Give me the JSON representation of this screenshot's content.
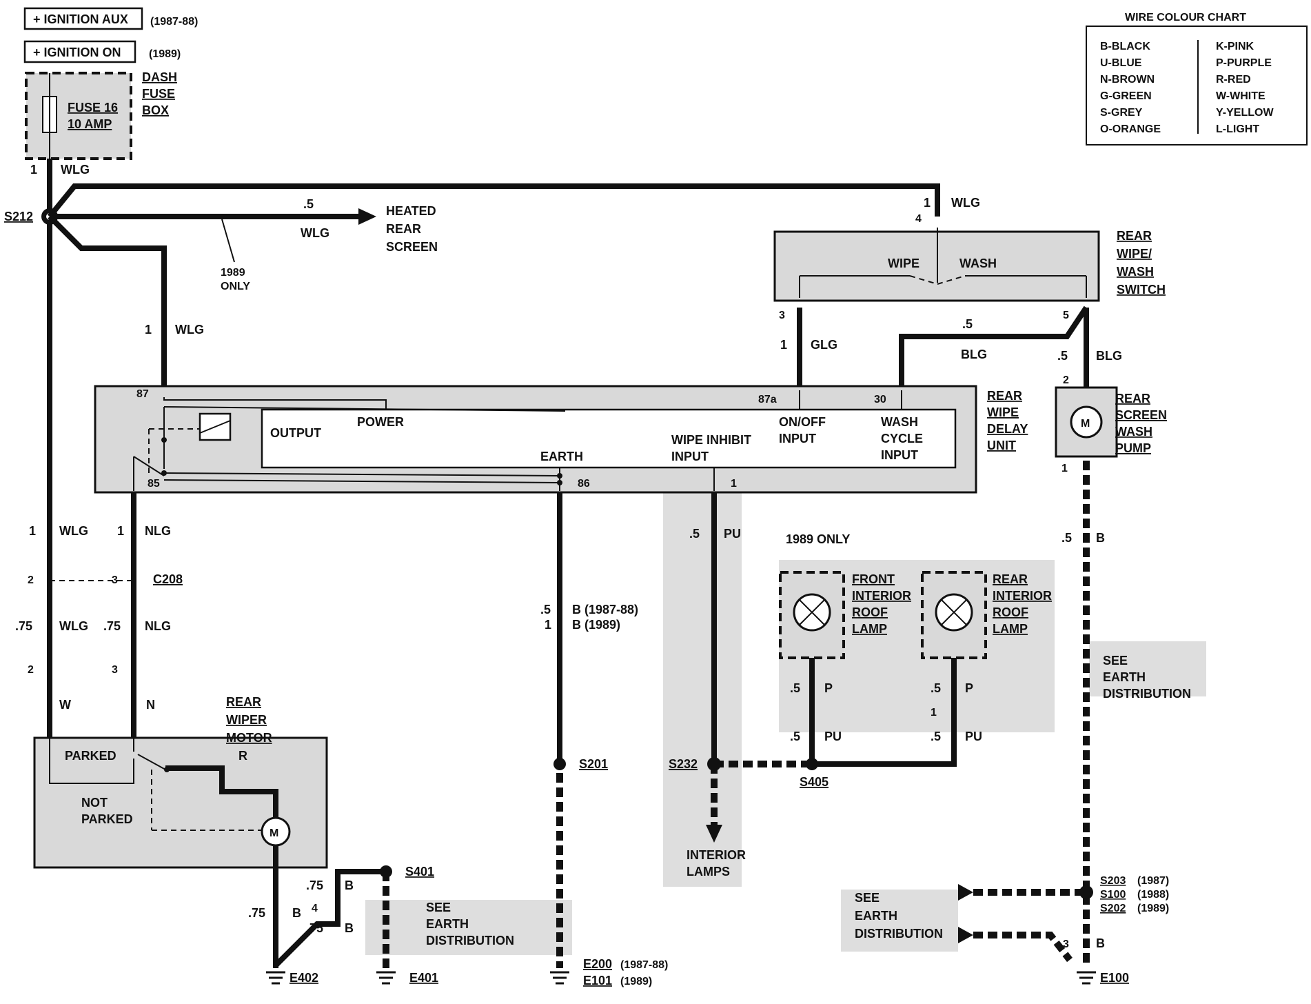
{
  "labels": {
    "ign_aux": "+ IGNITION AUX",
    "ign_aux_year": "(1987-88)",
    "ign_on": "+ IGNITION ON",
    "ign_on_year": "(1989)",
    "dash_fuse_box": [
      "DASH",
      "FUSE",
      "BOX"
    ],
    "fuse": [
      "FUSE 16",
      "10 AMP"
    ],
    "heated_rear_screen": [
      "HEATED",
      "REAR",
      "SCREEN"
    ],
    "only_1989_note": [
      "1989",
      "ONLY"
    ],
    "rear_wipe_wash_switch": [
      "REAR",
      "WIPE/",
      "WASH",
      "SWITCH"
    ],
    "wipe": "WIPE",
    "wash": "WASH",
    "rear_wipe_delay_unit": [
      "REAR",
      "WIPE",
      "DELAY",
      "UNIT"
    ],
    "delay_unit_inner": {
      "output": "OUTPUT",
      "power": "POWER",
      "earth": "EARTH",
      "wipe_inhibit": [
        "WIPE INHIBIT",
        "INPUT"
      ],
      "on_off": [
        "ON/OFF",
        "INPUT"
      ],
      "wash_cycle": [
        "WASH",
        "CYCLE",
        "INPUT"
      ]
    },
    "rear_screen_wash_pump": [
      "REAR",
      "SCREEN",
      "WASH",
      "PUMP"
    ],
    "pump_m": "M",
    "motor_m": "M",
    "only_1989_heading": "1989 ONLY",
    "front_roof_lamp": [
      "FRONT",
      "INTERIOR",
      "ROOF",
      "LAMP"
    ],
    "rear_roof_lamp": [
      "REAR",
      "INTERIOR",
      "ROOF",
      "LAMP"
    ],
    "rear_wiper_motor": [
      "REAR",
      "WIPER",
      "MOTOR"
    ],
    "parked": "PARKED",
    "not_parked": [
      "NOT",
      "PARKED"
    ],
    "see_earth_1": [
      "SEE",
      "EARTH",
      "DISTRIBUTION"
    ],
    "see_earth_2": [
      "SEE",
      "EARTH",
      "DISTRIBUTION"
    ],
    "see_earth_3": [
      "SEE",
      "EARTH",
      "DISTRIBUTION"
    ],
    "interior_lamps": [
      "INTERIOR",
      "LAMPS"
    ]
  },
  "wire_colour_chart": {
    "title": "WIRE COLOUR CHART",
    "left": [
      "B-BLACK",
      "U-BLUE",
      "N-BROWN",
      "G-GREEN",
      "S-GREY",
      "O-ORANGE"
    ],
    "right": [
      "K-PINK",
      "P-PURPLE",
      "R-RED",
      "W-WHITE",
      "Y-YELLOW",
      "L-LIGHT"
    ]
  },
  "splices": {
    "s212": "S212",
    "s201": "S201",
    "s232": "S232",
    "s405": "S405",
    "s401": "S401",
    "s203": "S203",
    "s203_year": "(1987)",
    "s100": "S100",
    "s100_year": "(1988)",
    "s202": "S202",
    "s202_year": "(1989)",
    "c208": "C208"
  },
  "grounds": {
    "e402": "E402",
    "e401": "E401",
    "e200": "E200",
    "e200_year": "(1987-88)",
    "e101": "E101",
    "e101_year": "(1989)",
    "e100": "E100"
  },
  "wires": {
    "wlg": "WLG",
    "nlg": "NLG",
    "glg": "GLG",
    "blg": "BLG",
    "w": "W",
    "n": "N",
    "r": "R",
    "b": "B",
    "p": "P",
    "pu": "PU",
    "b_8788": "B (1987-88)",
    "b_89": "B (1989)"
  },
  "pins": {
    "p1": "1",
    "p2": "2",
    "p3": "3",
    "p4": "4",
    "p5": "5",
    "p87": "87",
    "p85": "85",
    "p86": "86",
    "p87a": "87a",
    "p30": "30",
    "g05": ".5",
    "g075": ".75",
    "g1": "1"
  }
}
